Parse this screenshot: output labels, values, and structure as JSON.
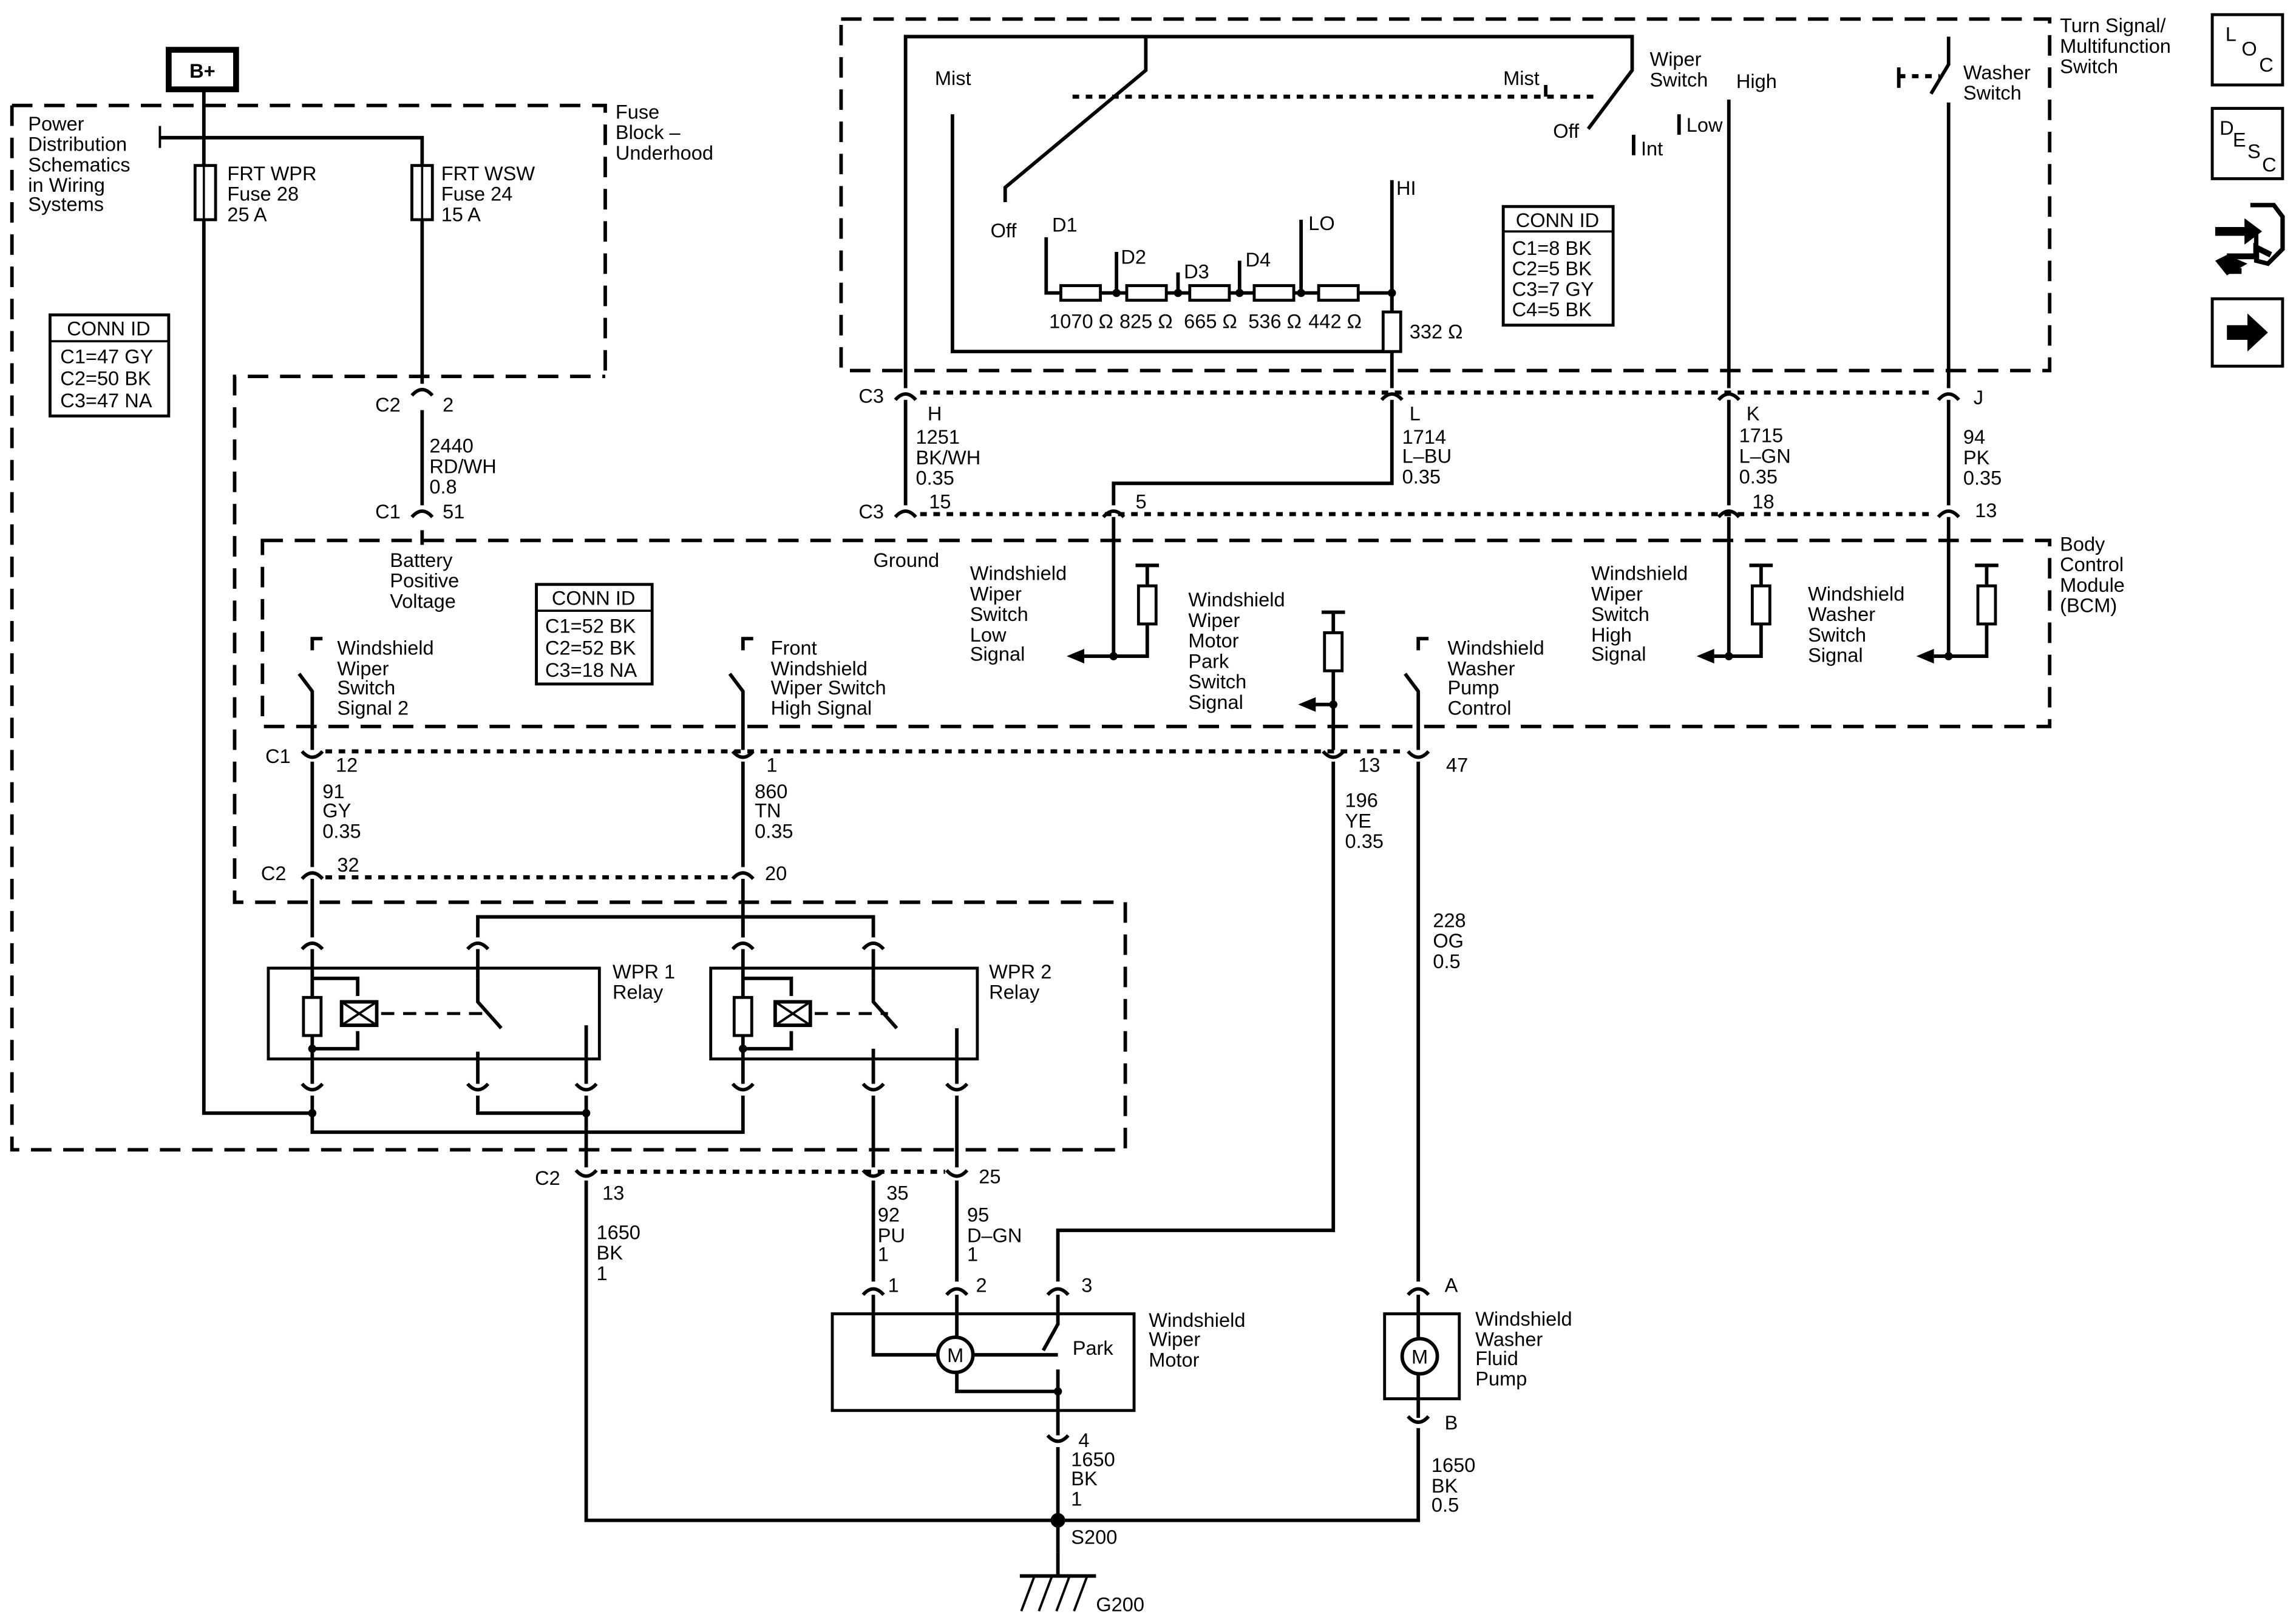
{
  "power": {
    "label": "B+"
  },
  "fuse_block": {
    "title": [
      "Fuse",
      "Block –",
      "Underhood"
    ],
    "pds_note": [
      "Power",
      "Distribution",
      "Schematics",
      "in Wiring",
      "Systems"
    ],
    "fuse_wpr": [
      "FRT WPR",
      "Fuse 28",
      "25 A"
    ],
    "fuse_wsw": [
      "FRT WSW",
      "Fuse 24",
      "15 A"
    ],
    "conn_id": {
      "title": "CONN ID",
      "rows": [
        "C1=47 GY",
        "C2=50 BK",
        "C3=47 NA"
      ]
    }
  },
  "multifunction_switch": {
    "title": [
      "Turn Signal/",
      "Multifunction",
      "Switch"
    ],
    "labels": {
      "mist_left": "Mist",
      "mist_right": "Mist",
      "off_upper": "Off",
      "off_lower": "Off",
      "wiper_switch": [
        "Wiper",
        "Switch"
      ],
      "high": "High",
      "int": "Int",
      "low": "Low",
      "washer_switch": [
        "Washer",
        "Switch"
      ],
      "hi": "HI",
      "lo": "LO",
      "d1": "D1",
      "d2": "D2",
      "d3": "D3",
      "d4": "D4"
    },
    "resistors": [
      "1070 Ω",
      "825 Ω",
      "665 Ω",
      "536 Ω",
      "442 Ω"
    ],
    "resistor_hi": "332 Ω",
    "conn_id": {
      "title": "CONN ID",
      "rows": [
        "C1=8 BK",
        "C2=5 BK",
        "C3=7 GY",
        "C4=5 BK"
      ]
    }
  },
  "connectors_top": {
    "c3": "C3",
    "pins": [
      "H",
      "L",
      "K",
      "J"
    ],
    "wires": [
      [
        "1251",
        "BK/WH",
        "0.35"
      ],
      [
        "1714",
        "L–BU",
        "0.35"
      ],
      [
        "1715",
        "L–GN",
        "0.35"
      ],
      [
        "94",
        "PK",
        "0.35"
      ]
    ],
    "c3_lower": "C3",
    "pins_lower": [
      "15",
      "5",
      "18",
      "13"
    ]
  },
  "fuse_to_bcm": {
    "c2": "C2",
    "pin_c2": "2",
    "wire": [
      "2440",
      "RD/WH",
      "0.8"
    ],
    "c1": "C1",
    "pin_c1": "51"
  },
  "bcm": {
    "title": [
      "Body",
      "Control",
      "Module",
      "(BCM)"
    ],
    "battery": [
      "Battery",
      "Positive",
      "Voltage"
    ],
    "ground": "Ground",
    "conn_id": {
      "title": "CONN ID",
      "rows": [
        "C1=52 BK",
        "C2=52 BK",
        "C3=18 NA"
      ]
    },
    "signals": {
      "switch_signal_2": [
        "Windshield",
        "Wiper",
        "Switch",
        "Signal 2"
      ],
      "high_signal": [
        "Front",
        "Windshield",
        "Wiper Switch",
        "High Signal"
      ],
      "low_signal": [
        "Windshield",
        "Wiper",
        "Switch",
        "Low",
        "Signal"
      ],
      "park_switch": [
        "Windshield",
        "Wiper",
        "Motor",
        "Park",
        "Switch",
        "Signal"
      ],
      "pump_control": [
        "Windshield",
        "Washer",
        "Pump",
        "Control"
      ],
      "wiper_high": [
        "Windshield",
        "Wiper",
        "Switch",
        "High",
        "Signal"
      ],
      "washer_signal": [
        "Windshield",
        "Washer",
        "Switch",
        "Signal"
      ]
    }
  },
  "bcm_outputs": {
    "c1": "C1",
    "pins": [
      "12",
      "1",
      "13",
      "47"
    ],
    "wires": [
      [
        "91",
        "GY",
        "0.35"
      ],
      [
        "860",
        "TN",
        "0.35"
      ],
      [
        "196",
        "YE",
        "0.35"
      ],
      [
        "228",
        "OG",
        "0.5"
      ]
    ],
    "c2": "C2",
    "pins_c2": [
      "32",
      "20"
    ]
  },
  "relays": {
    "wpr1": [
      "WPR 1",
      "Relay"
    ],
    "wpr2": [
      "WPR 2",
      "Relay"
    ]
  },
  "fuse_outputs": {
    "c2": "C2",
    "pins": [
      "13",
      "35",
      "25"
    ],
    "wires": [
      [
        "1650",
        "BK",
        "1"
      ],
      [
        "92",
        "PU",
        "1"
      ],
      [
        "95",
        "D–GN",
        "1"
      ]
    ]
  },
  "wiper_motor": {
    "title": [
      "Windshield",
      "Wiper",
      "Motor"
    ],
    "pins": [
      "1",
      "2",
      "3",
      "4"
    ],
    "park": "Park",
    "motor": "M",
    "ground_wire": [
      "1650",
      "BK",
      "1"
    ]
  },
  "washer_pump": {
    "title": [
      "Windshield",
      "Washer",
      "Fluid",
      "Pump"
    ],
    "pin_a": "A",
    "pin_b": "B",
    "motor": "M",
    "ground_wire": [
      "1650",
      "BK",
      "0.5"
    ]
  },
  "ground": {
    "splice": "S200",
    "ground": "G200"
  },
  "side_icons": {
    "loc": [
      "L",
      "O",
      "C"
    ],
    "desc": [
      "D",
      "E",
      "S",
      "C"
    ],
    "tool": "tool-icon",
    "next": "arrow-right-icon"
  }
}
